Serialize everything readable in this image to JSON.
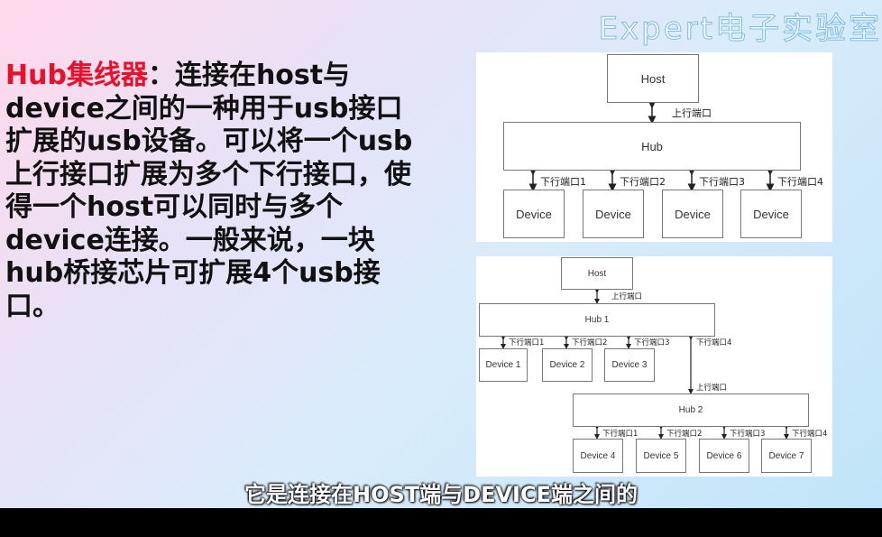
{
  "watermark": "Expert电子实验室",
  "main": {
    "keyword": "Hub集线器",
    "body": "：连接在host与device之间的一种用于usb接口扩展的usb设备。可以将一个usb上行接口扩展为多个下行接口，使得一个host可以同时与多个device连接。一般来说，一块hub桥接芯片可扩展4个usb接口。"
  },
  "diagram1": {
    "host": "Host",
    "upstream": "上行端口",
    "hub": "Hub",
    "ports": [
      "下行端口1",
      "下行端口2",
      "下行端口3",
      "下行端口4"
    ],
    "devices": [
      "Device",
      "Device",
      "Device",
      "Device"
    ]
  },
  "diagram2": {
    "host": "Host",
    "upstream1": "上行端口",
    "hub1": "Hub 1",
    "hub1_ports": [
      "下行端口1",
      "下行端口2",
      "下行端口3",
      "下行端口4"
    ],
    "hub1_devices": [
      "Device 1",
      "Device 2",
      "Device 3"
    ],
    "upstream2": "上行端口",
    "hub2": "Hub 2",
    "hub2_ports": [
      "下行端口1",
      "下行端口2",
      "下行端口3",
      "下行端口4"
    ],
    "hub2_devices": [
      "Device 4",
      "Device 5",
      "Device 6",
      "Device 7"
    ]
  },
  "subtitle": "它是连接在HOST端与DEVICE端之间的"
}
